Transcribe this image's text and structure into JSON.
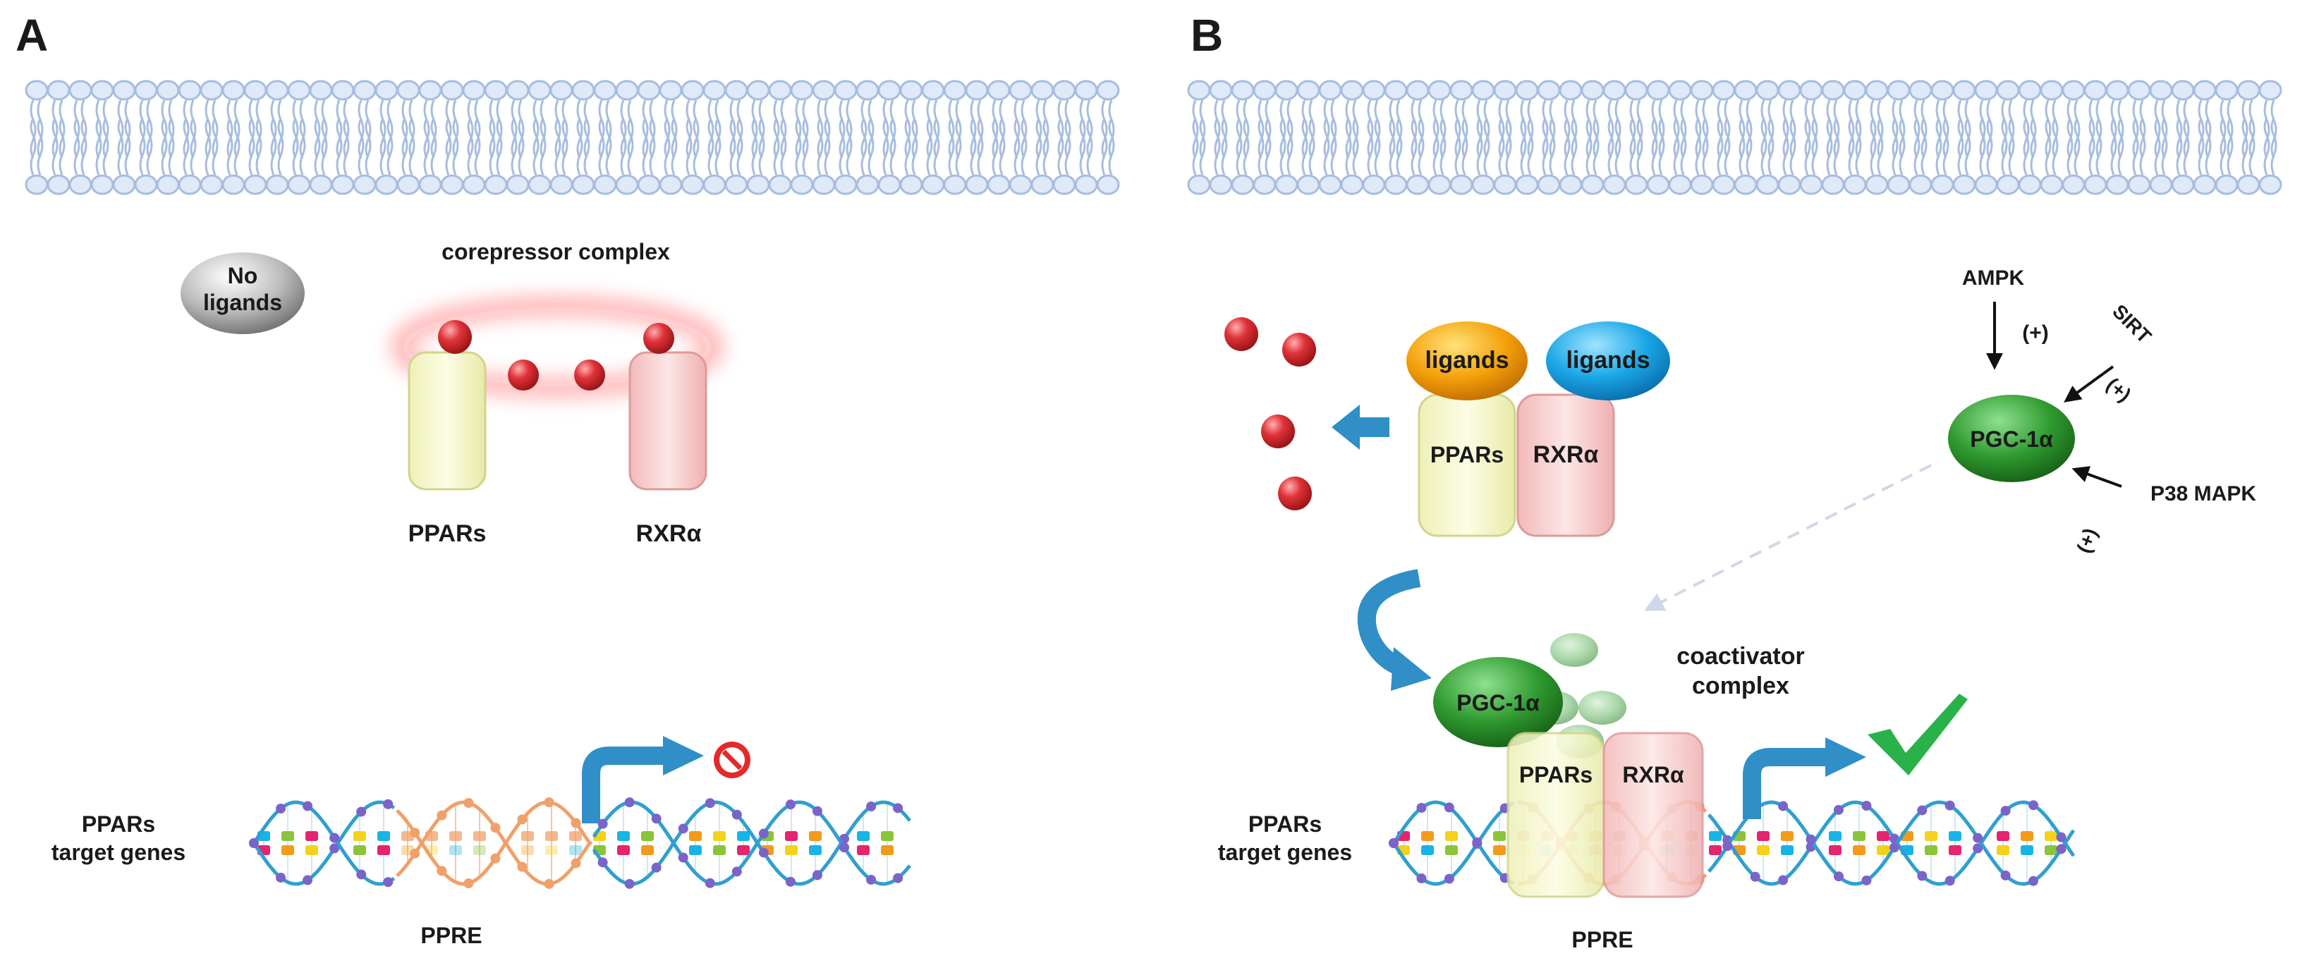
{
  "panels": {
    "a": {
      "letter": "A",
      "no_ligands_line1": "No",
      "no_ligands_line2": "ligands",
      "corepressor_label": "corepressor complex",
      "ppars_label": "PPARs",
      "rxr_label": "RXRα",
      "target_genes_line1": "PPARs",
      "target_genes_line2": "target genes",
      "ppre_label": "PPRE",
      "outcome": "blocked"
    },
    "b": {
      "letter": "B",
      "ligand_left": "ligands",
      "ligand_right": "ligands",
      "ppars_label": "PPARs",
      "rxr_label": "RXRα",
      "ampk_label": "AMPK",
      "sirt_label": "SIRT",
      "p38_label": "P38 MAPK",
      "plus_label": "(+)",
      "pgc_top_label": "PGC-1α",
      "pgc_bottom_label": "PGC-1α",
      "coactivator_line1": "coactivator",
      "coactivator_line2": "complex",
      "bound_ppars_label": "PPARs",
      "bound_rxr_label": "RXRα",
      "target_genes_line1": "PPARs",
      "target_genes_line2": "target genes",
      "ppre_label": "PPRE",
      "outcome": "activated"
    }
  },
  "colors": {
    "membrane": "#a7bde0",
    "membrane_fill": "#dfe9f7",
    "arrow_blue": "#2f8fc6",
    "red_ball": "#e0333a",
    "ppars_fill": "#fafbd6",
    "rxr_fill": "#fbdcdc",
    "ligand_orange": "#f4a20c",
    "ligand_blue": "#1aa6e6",
    "pgc_green": "#2f9a2f",
    "check_green": "#2ab24a",
    "no_sign_red": "#e32a2a",
    "dna_backbone": "#2f9fd0",
    "dna_ppre": "#f0a06a"
  }
}
